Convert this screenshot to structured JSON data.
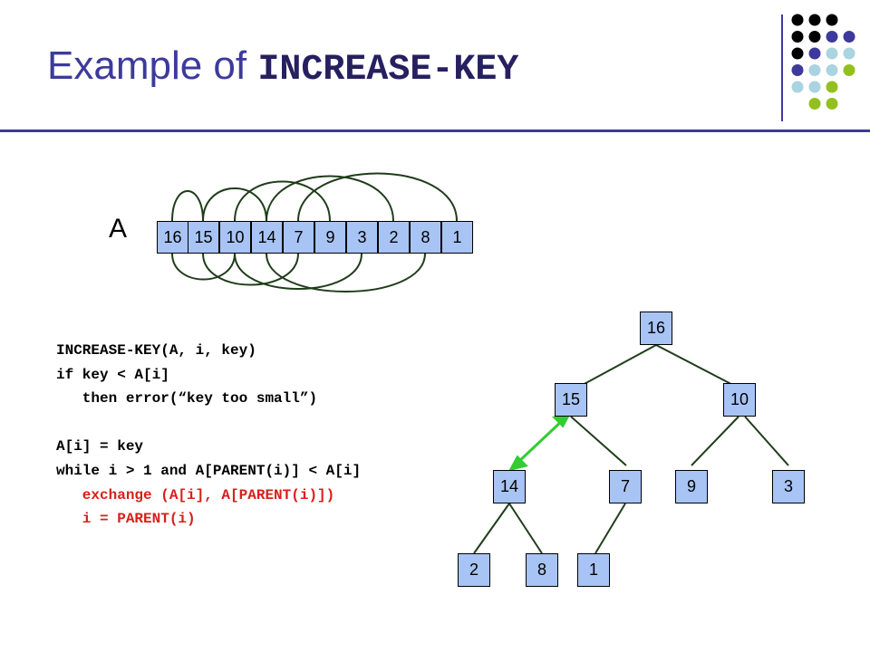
{
  "title": {
    "prefix": "Example of ",
    "keyword": "INCREASE-KEY"
  },
  "array": {
    "label": "A",
    "values": [
      "16",
      "15",
      "10",
      "14",
      "7",
      "9",
      "3",
      "2",
      "8",
      "1"
    ]
  },
  "tree": {
    "nodes": [
      "16",
      "15",
      "10",
      "14",
      "7",
      "9",
      "3",
      "2",
      "8",
      "1"
    ]
  },
  "code": {
    "lines": [
      "INCREASE-KEY(A, i, key)",
      "if key < A[i]",
      "   then error(“key too small”)",
      "",
      "A[i] = key",
      "while i > 1 and A[PARENT(i)] < A[i]",
      "   exchange (A[i], A[PARENT(i)])",
      "   i = PARENT(i)"
    ]
  },
  "colors": {
    "title": "#3d3a9c",
    "node_fill": "#a8c4f4",
    "tree_edge": "#1f3d1a",
    "highlight_edge": "#33cc33",
    "highlight_code": "#d8201a",
    "dot_colors": [
      "#000000",
      "#3d3a9c",
      "#a9d4e0",
      "#93c01f"
    ]
  }
}
